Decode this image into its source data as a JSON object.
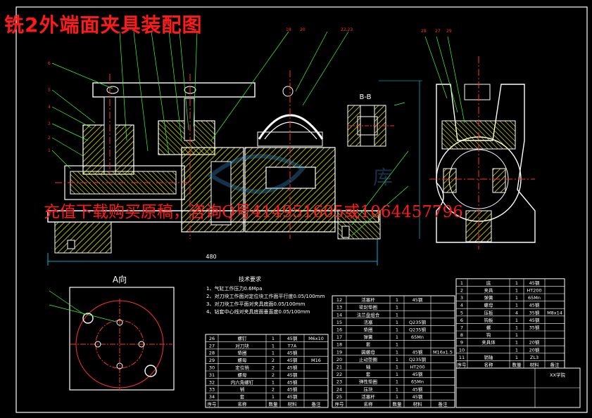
{
  "title": "铣2外端面夹具装配图",
  "ad_text": "充值下载购买原稿，咨询Q号414951605或1064457796",
  "section_label": "B-B",
  "view_label": "A向",
  "dimension_480": "480",
  "tech_req": {
    "heading": "技术要求",
    "lines": [
      "1、气缸工作压力0.6Mpa",
      "2、对刀块工作面对定位块工作面平行度0.05/100mm",
      "3、对刀块工作平面对夹具底面0.05/100mm",
      "4、钻套中心线对夹具底面垂直度0.05/100mm"
    ]
  },
  "left_table": {
    "rows": [
      [
        "34",
        "套",
        "1",
        "45钢",
        ""
      ],
      [
        "33",
        "销",
        "2",
        "45钢",
        ""
      ],
      [
        "32",
        "内六角螺钉",
        "1",
        "45钢",
        ""
      ],
      [
        "31",
        "螺母",
        "2",
        "45钢",
        ""
      ],
      [
        "30",
        "定位销",
        "2",
        "45钢",
        ""
      ],
      [
        "29",
        "螺母",
        "2",
        "45钢",
        "M16"
      ],
      [
        "28",
        "垫圈",
        "1",
        "45钢",
        ""
      ],
      [
        "27",
        "对刀块",
        "1",
        "T7A",
        ""
      ],
      [
        "26",
        "螺钉",
        "1",
        "45钢",
        "M6x10"
      ]
    ],
    "header": [
      "序号",
      "名称",
      "数量",
      "材料",
      "备注"
    ]
  },
  "middle_table": {
    "rows": [
      [
        "25",
        "活塞杆",
        "1",
        "45钢",
        ""
      ],
      [
        "24",
        "压块",
        "1",
        "45钢",
        ""
      ],
      [
        "23",
        "弹性垫圈",
        "1",
        "65Mn",
        ""
      ],
      [
        "22",
        "套",
        "1",
        "45钢",
        ""
      ],
      [
        "21",
        "轴",
        "1",
        "HT200",
        ""
      ],
      [
        "20",
        "止动垫圈",
        "1",
        "Q235钢",
        ""
      ],
      [
        "19",
        "圆螺母",
        "1",
        "45钢",
        "M16x1.5"
      ],
      [
        "18",
        "套",
        "1",
        "",
        ""
      ],
      [
        "17",
        "弹簧",
        "1",
        "65Mn",
        ""
      ],
      [
        "16",
        "垫圈",
        "1",
        "Q235钢",
        ""
      ],
      [
        "15",
        "活塞",
        "1",
        "Q235钢",
        ""
      ],
      [
        "14",
        "法兰盘组合",
        "1",
        "",
        ""
      ],
      [
        "13",
        "密封垫圈",
        "1",
        "",
        ""
      ],
      [
        "12",
        "活塞杆",
        "1",
        "45钢",
        ""
      ]
    ],
    "header": [
      "序号",
      "名称",
      "数量",
      "材料",
      "备注"
    ]
  },
  "right_table": {
    "rows": [
      [
        "11",
        "销轴",
        "1",
        "ZL3",
        ""
      ],
      [
        "10",
        "",
        "1",
        "20钢",
        ""
      ],
      [
        "9",
        "夹具体",
        "1",
        "20钢",
        ""
      ],
      [
        "8",
        "钩",
        "1",
        "",
        ""
      ],
      [
        "7",
        "螺",
        "1",
        "35钢",
        ""
      ],
      [
        "6",
        "钩板",
        "1",
        "45钢",
        ""
      ],
      [
        "5",
        "压板",
        "4",
        "35钢",
        "M8x14"
      ],
      [
        "4",
        "螺母",
        "1",
        "45钢",
        ""
      ],
      [
        "3",
        "弹簧",
        "1",
        "65Mn",
        ""
      ],
      [
        "2",
        "夹具",
        "1",
        "HT200",
        ""
      ],
      [
        "1",
        "底",
        "1",
        "45钢",
        ""
      ]
    ],
    "header": [
      "序号",
      "名称",
      "数量",
      "材料",
      "备注"
    ],
    "scale_label": "XX学院"
  },
  "callouts_top": [
    "18",
    "20",
    "22,23",
    "28",
    "27",
    "29"
  ],
  "colors": {
    "background": "#000000",
    "line": "#ffffff",
    "hatch": "#ffff00",
    "centerline": "#ff3030",
    "leader": "#39ff39",
    "dimension": "#00e5ff",
    "title": "#ff1a1a"
  }
}
